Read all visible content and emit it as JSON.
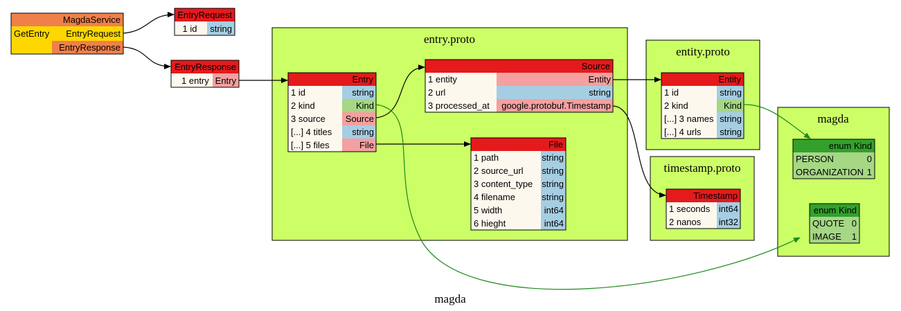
{
  "graph_title": "magda",
  "colors": {
    "cluster_fill": "#ccff66",
    "header_red": "#e41a1c",
    "row_cream": "#fdf8ee",
    "type_string": "#a6cee3",
    "type_message": "#f4a0a0",
    "type_enum": "#a5d785",
    "enum_header": "#33a02c",
    "enum_body": "#a5d785",
    "service_header": "#f0804a",
    "service_method": "#ffd700",
    "edge": "#000000",
    "enum_edge": "#1a8a1a"
  },
  "service": {
    "name": "MagdaService",
    "method": "GetEntry",
    "request": "EntryRequest",
    "response": "EntryResponse"
  },
  "entry_request": {
    "title": "EntryRequest",
    "rows": [
      {
        "num": "1",
        "name": "id",
        "type": "string"
      }
    ]
  },
  "entry_response": {
    "title": "EntryResponse",
    "rows": [
      {
        "num": "1",
        "name": "entry",
        "type": "Entry"
      }
    ]
  },
  "clusters": {
    "entry_proto": "entry.proto",
    "entity_proto": "entity.proto",
    "timestamp_proto": "timestamp.proto",
    "magda": "magda"
  },
  "entry": {
    "title": "Entry",
    "rows": [
      {
        "num": "1 id",
        "type": "string"
      },
      {
        "num": "2 kind",
        "type": "Kind"
      },
      {
        "num": "3 source",
        "type": "Source"
      },
      {
        "num": "[...] 4 titles",
        "type": "string"
      },
      {
        "num": "[...] 5 files",
        "type": "File"
      }
    ]
  },
  "source": {
    "title": "Source",
    "rows": [
      {
        "num": "1 entity",
        "type": "Entity"
      },
      {
        "num": "2 url",
        "type": "string"
      },
      {
        "num": "3 processed_at",
        "type": "google.protobuf.Timestamp"
      }
    ]
  },
  "file": {
    "title": "File",
    "rows": [
      {
        "num": "1 path",
        "type": "string"
      },
      {
        "num": "2 source_url",
        "type": "string"
      },
      {
        "num": "3 content_type",
        "type": "string"
      },
      {
        "num": "4 filename",
        "type": "string"
      },
      {
        "num": "5 width",
        "type": "int64"
      },
      {
        "num": "6 hieght",
        "type": "int64"
      }
    ]
  },
  "entity": {
    "title": "Entity",
    "rows": [
      {
        "num": "1 id",
        "type": "string"
      },
      {
        "num": "2 kind",
        "type": "Kind"
      },
      {
        "num": "[...] 3 names",
        "type": "string"
      },
      {
        "num": "[...] 4 urls",
        "type": "string"
      }
    ]
  },
  "timestamp": {
    "title": "Timestamp",
    "rows": [
      {
        "num": "1 seconds",
        "type": "int64"
      },
      {
        "num": "2 nanos",
        "type": "int32"
      }
    ]
  },
  "enum_entity_kind": {
    "title": "enum Kind",
    "rows": [
      {
        "name": "PERSON",
        "value": "0"
      },
      {
        "name": "ORGANIZATION",
        "value": "1"
      }
    ]
  },
  "enum_entry_kind": {
    "title": "enum Kind",
    "rows": [
      {
        "name": "QUOTE",
        "value": "0"
      },
      {
        "name": "IMAGE",
        "value": "1"
      }
    ]
  }
}
